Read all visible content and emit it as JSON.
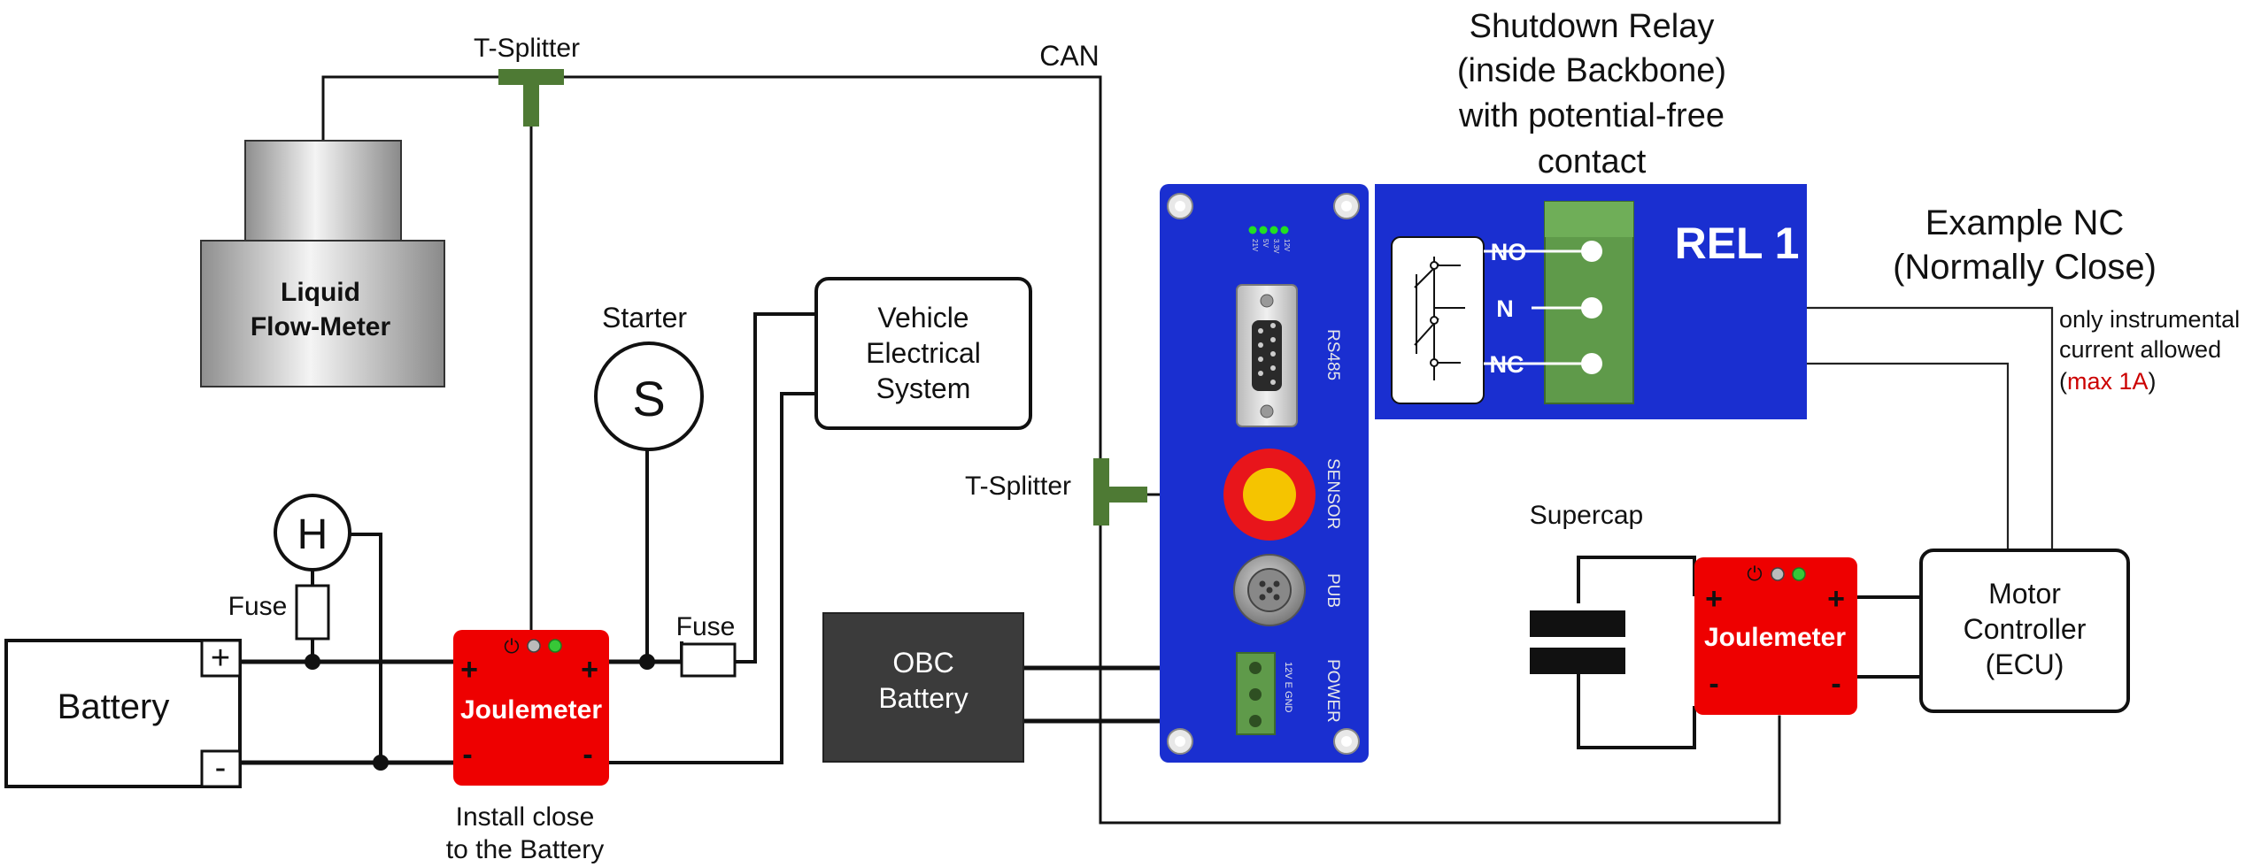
{
  "labels": {
    "t_splitter_top": "T-Splitter",
    "t_splitter_mid": "T-Splitter",
    "can": "CAN",
    "flow_meter_line1": "Liquid",
    "flow_meter_line2": "Flow-Meter",
    "starter": "Starter",
    "starter_symbol": "S",
    "vehicle_line1": "Vehicle",
    "vehicle_line2": "Electrical",
    "vehicle_line3": "System",
    "h_symbol": "H",
    "fuse_left": "Fuse",
    "fuse_right": "Fuse",
    "battery": "Battery",
    "battery_plus": "+",
    "battery_minus": "-",
    "install_line1": "Install close",
    "install_line2": "to the Battery",
    "obc_line1": "OBC",
    "obc_line2": "Battery",
    "supercap": "Supercap",
    "motor_line1": "Motor",
    "motor_line2": "Controller",
    "motor_line3": "(ECU)",
    "relay_title_line1": "Shutdown Relay",
    "relay_title_line2": "(inside Backbone)",
    "relay_title_line3": "with potential-free",
    "relay_title_line4": "contact",
    "example_line1": "Example NC",
    "example_line2": "(Normally Close)",
    "note_line1": "only instrumental",
    "note_line2": "current allowed",
    "note_paren_open": "(",
    "note_max": "max 1A",
    "note_paren_close": ")"
  },
  "joulemeter": {
    "name": "Joulemeter",
    "plus": "+",
    "minus": "-",
    "power_symbol": "⏻"
  },
  "backbone": {
    "port_rs485": "RS485",
    "port_sensor": "SENSOR",
    "port_pub": "PUB",
    "port_power": "POWER",
    "power_pins": "12V E GND",
    "leds": [
      "21V",
      "5V",
      "3.3V",
      "12V"
    ]
  },
  "relay": {
    "name": "REL 1",
    "no": "NO",
    "n": "N",
    "nc": "NC"
  },
  "colors": {
    "backbone_blue": "#1a2fd0",
    "joulemeter_red": "#ee0000",
    "terminal_green": "#5f9a4a",
    "splitter_green": "#4e7a34",
    "sensor_red": "#e8151b",
    "sensor_yellow": "#f5c400",
    "obc_gray": "#3b3b3b",
    "max_red": "#cc0000"
  }
}
